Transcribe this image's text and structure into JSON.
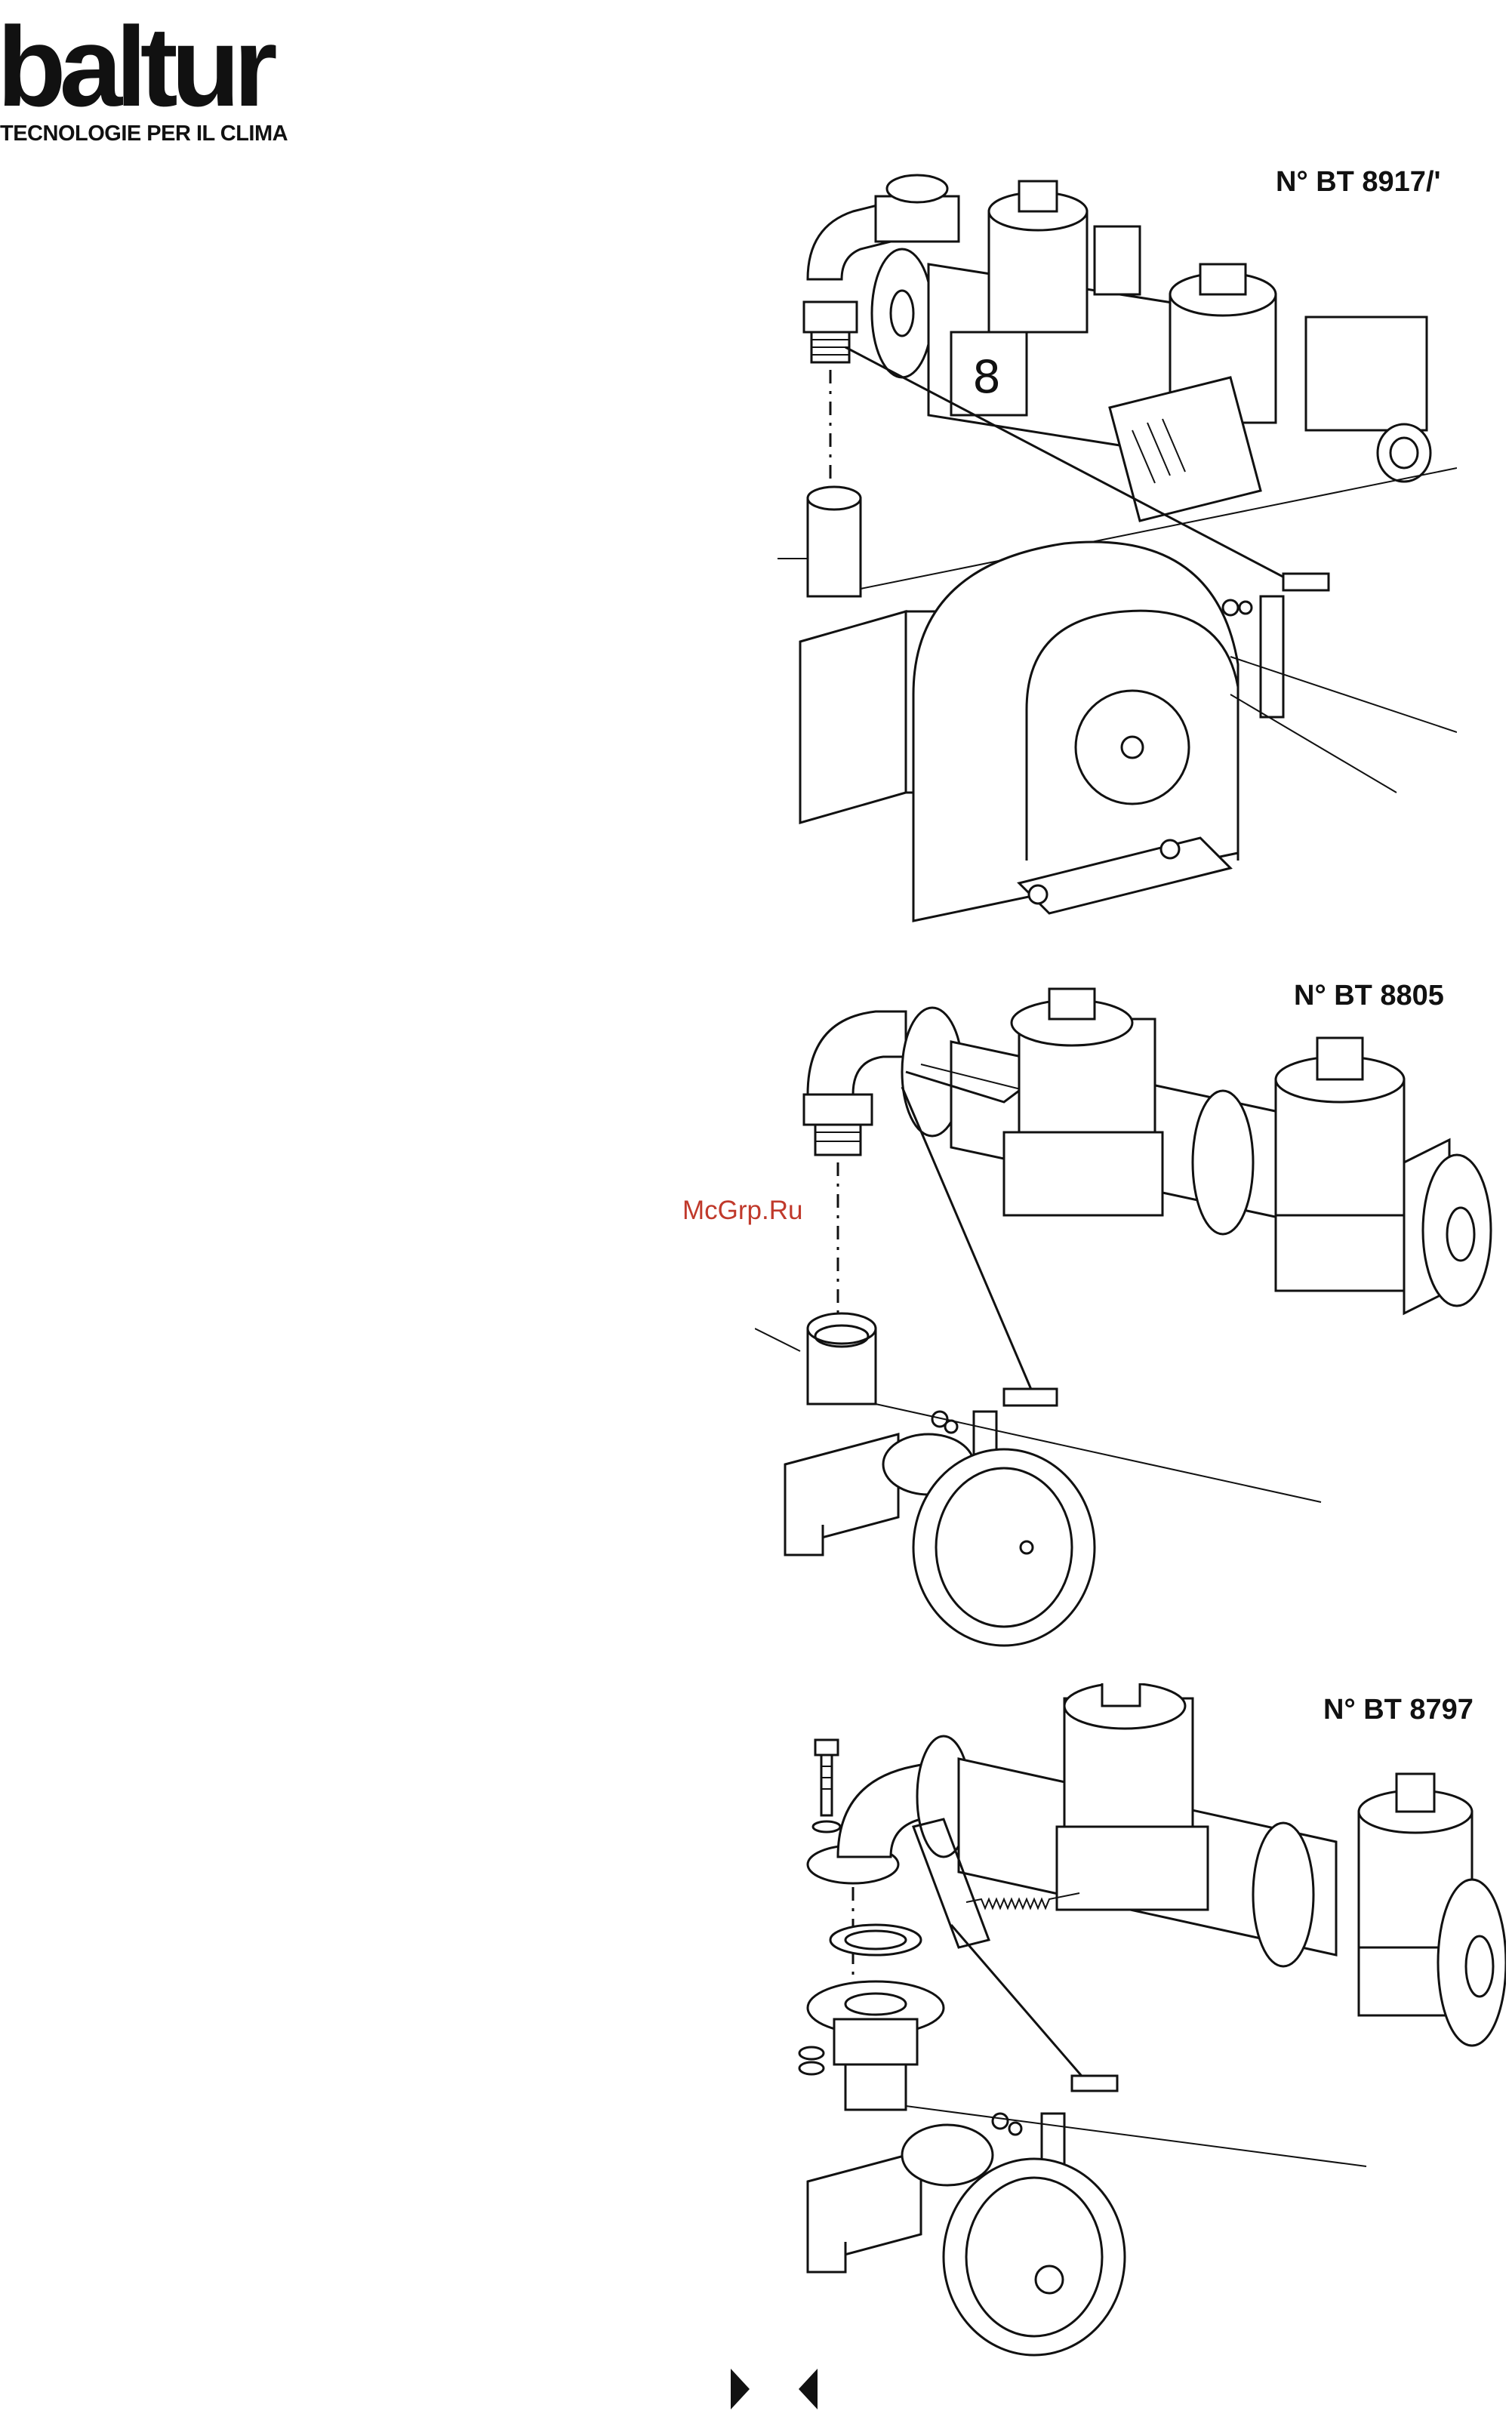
{
  "brand": {
    "name": "baltur",
    "tagline": "TECNOLOGIE PER IL CLIMA"
  },
  "figures": [
    {
      "label": "N° BT 8917/'"
    },
    {
      "label": "N° BT 8805"
    },
    {
      "label": "N° BT 8797"
    }
  ],
  "watermark": "McGrp.Ru",
  "nav": {
    "icons": [
      "next-page-icon",
      "previous-page-icon"
    ]
  }
}
